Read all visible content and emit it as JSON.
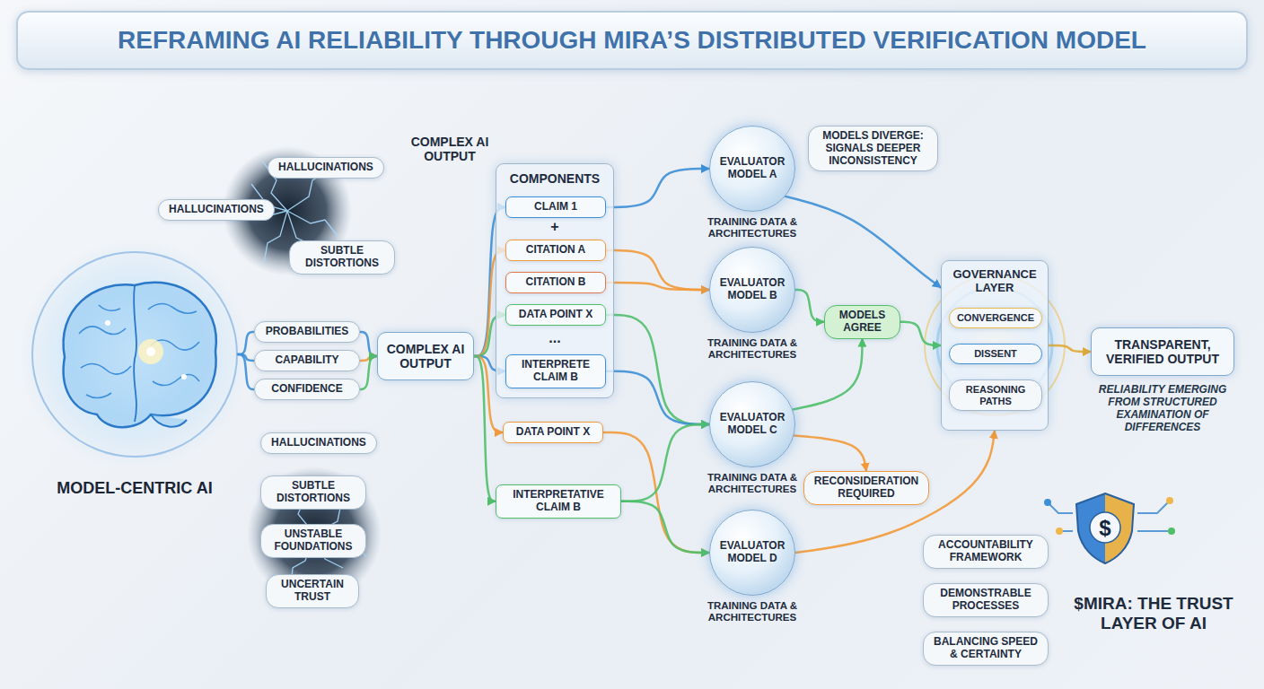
{
  "diagram": {
    "title": "REFRAMING AI RELIABILITY THROUGH MIRA’S DISTRIBUTED VERIFICATION MODEL",
    "nodes": [
      {
        "text": [
          "MODEL-CENTRIC AI"
        ]
      },
      {
        "text": [
          "HALLUCINATIONS"
        ]
      },
      {
        "text": [
          "HALLUCINATIONS"
        ]
      },
      {
        "text": [
          "SUBTLE DISTORTIONS"
        ]
      },
      {
        "text": [
          "HALLUCINATIONS"
        ]
      },
      {
        "text": [
          "SUBTLE DISTORTIONS"
        ]
      },
      {
        "text": [
          "UNSTABLE FOUNDATIONS"
        ]
      },
      {
        "text": [
          "UNCERTAIN TRUST"
        ]
      },
      {
        "text": [
          "PROBABILITIES"
        ]
      },
      {
        "text": [
          "CAPABILITY"
        ]
      },
      {
        "text": [
          "CONFIDENCE"
        ]
      },
      {
        "text": [
          "COMPLEX AI OUTPUT"
        ]
      },
      {
        "text": [
          "COMPONENTS"
        ]
      },
      {
        "text": [
          "CLAIM 1"
        ],
        "in": 12
      },
      {
        "text": [
          "CITATION A"
        ],
        "in": 12
      },
      {
        "text": [
          "CITATION B"
        ],
        "in": 12
      },
      {
        "text": [
          "DATA POINT X"
        ],
        "in": 12
      },
      {
        "text": [
          "INTERPRETE CLAIM B"
        ],
        "in": 12
      },
      {
        "text": [
          "DATA POINT X"
        ]
      },
      {
        "text": [
          "INTERPRETATIVE CLAIM B"
        ]
      },
      {
        "text": [
          "EVALUATOR MODEL A",
          "TRAINING DATA & ARCHITECTURES"
        ]
      },
      {
        "text": [
          "EVALUATOR MODEL B",
          "TRAINING DATA & ARCHITECTURES"
        ]
      },
      {
        "text": [
          "EVALUATOR MODEL C",
          "TRAINING DATA & ARCHITECTURES"
        ]
      },
      {
        "text": [
          "EVALUATOR MODEL D",
          "TRAINING DATA & ARCHITECTURES"
        ]
      },
      {
        "text": [
          "MODELS DIVERGE: SIGNALS DEEPER INCONSISTENCY"
        ]
      },
      {
        "text": [
          "MODELS AGREE"
        ]
      },
      {
        "text": [
          "RECONSIDERATION REQUIRED"
        ]
      },
      {
        "text": [
          "GOVERNANCE LAYER"
        ]
      },
      {
        "text": [
          "CONVERGENCE"
        ],
        "in": 27
      },
      {
        "text": [
          "DISSENT"
        ],
        "in": 27
      },
      {
        "text": [
          "REASONING PATHS"
        ],
        "in": 27
      },
      {
        "text": [
          "TRANSPARENT, VERIFIED OUTPUT",
          "RELIABILITY EMERGING FROM STRUCTURED EXAMINATION OF DIFFERENCES"
        ]
      },
      {
        "text": [
          "ACCOUNTABILITY FRAMEWORK"
        ]
      },
      {
        "text": [
          "DEMONSTRABLE PROCESSES"
        ]
      },
      {
        "text": [
          "BALANCING SPEED & CERTAINTY"
        ]
      },
      {
        "text": [
          "$"
        ]
      }
    ],
    "edges": [
      {
        "from": 0,
        "to": 8,
        "arrow": "none"
      },
      {
        "from": 0,
        "to": 9,
        "arrow": "none"
      },
      {
        "from": 0,
        "to": 10,
        "arrow": "none"
      },
      {
        "from": 8,
        "to": 11,
        "arrow": "to"
      },
      {
        "from": 9,
        "to": 11,
        "arrow": "to"
      },
      {
        "from": 10,
        "to": 11,
        "arrow": "to"
      },
      {
        "from": 11,
        "to": 13,
        "arrow": "to"
      },
      {
        "from": 11,
        "to": 14,
        "arrow": "to"
      },
      {
        "from": 11,
        "to": 16,
        "arrow": "to"
      },
      {
        "from": 11,
        "to": 17,
        "arrow": "to"
      },
      {
        "from": 11,
        "to": 18,
        "arrow": "to"
      },
      {
        "from": 11,
        "to": 19,
        "arrow": "to"
      },
      {
        "from": 13,
        "to": 20,
        "arrow": "to"
      },
      {
        "from": 14,
        "to": 21,
        "arrow": "to"
      },
      {
        "from": 15,
        "to": 21,
        "arrow": "to"
      },
      {
        "from": 16,
        "to": 22,
        "arrow": "to"
      },
      {
        "from": 17,
        "to": 22,
        "arrow": "to"
      },
      {
        "from": 18,
        "to": 23,
        "arrow": "to"
      },
      {
        "from": 19,
        "to": 22,
        "arrow": "to"
      },
      {
        "from": 19,
        "to": 23,
        "arrow": "to"
      },
      {
        "from": 20,
        "to": 27,
        "arrow": "to"
      },
      {
        "from": 21,
        "to": 25,
        "arrow": "to"
      },
      {
        "from": 22,
        "to": 25,
        "arrow": "to"
      },
      {
        "from": 22,
        "to": 26,
        "arrow": "to"
      },
      {
        "from": 23,
        "to": 27,
        "arrow": "to"
      },
      {
        "from": 25,
        "to": 27,
        "arrow": "to"
      },
      {
        "from": 27,
        "to": 31,
        "arrow": "to"
      }
    ],
    "labels": [
      "COMPLEX AI OUTPUT",
      "+",
      "...",
      "$MIRA: THE TRUST LAYER OF AI"
    ]
  }
}
